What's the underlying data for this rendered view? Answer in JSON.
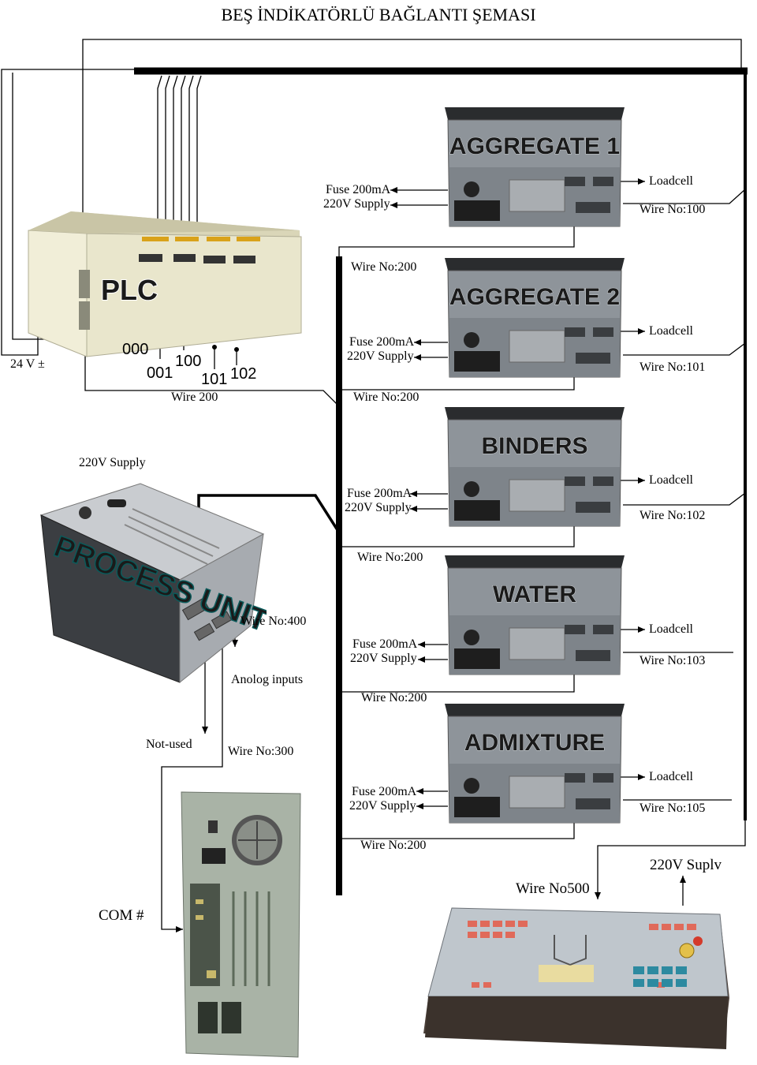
{
  "title": "BEŞ İNDİKATÖRLÜ BAĞLANTI ŞEMASI",
  "plc": {
    "label": "PLC",
    "outputs": [
      "000",
      "001",
      "100",
      "101",
      "102"
    ],
    "wire_label": "Wire 200"
  },
  "power": {
    "dc": "24 V ±",
    "ac": "220V Supply"
  },
  "indicators": [
    {
      "name": "AGGREGATE 1",
      "fuse": "Fuse 200mA",
      "supply": "220V Supply",
      "loadcell": "Loadcell",
      "wire": "Wire No:100"
    },
    {
      "name": "AGGREGATE 2",
      "fuse": "Fuse 200mA",
      "supply": "220V Supply",
      "loadcell": "Loadcell",
      "wire": "Wire No:101"
    },
    {
      "name": "BINDERS",
      "fuse": "Fuse 200mA",
      "supply": "220V Supply",
      "loadcell": "Loadcell",
      "wire": "Wire No:102"
    },
    {
      "name": "WATER",
      "fuse": "Fuse 200mA",
      "supply": "220V Supply",
      "loadcell": "Loadcell",
      "wire": "Wire No:103"
    },
    {
      "name": "ADMIXTURE",
      "fuse": "Fuse 200mA",
      "supply": "220V Supply",
      "loadcell": "Loadcell",
      "wire": "Wire No:105"
    }
  ],
  "bus_labels": [
    "Wire No:200",
    "Wire No:200",
    "Wire No:200",
    "Wire No:200",
    "Wire No:200"
  ],
  "process_unit": {
    "label": "PROCESS UNIT",
    "wire": "Wire No:400",
    "analog": "Anolog inputs",
    "not_used": "Not-used",
    "wire_pc": "Wire No:300"
  },
  "pc": {
    "com": "COM  #"
  },
  "panel": {
    "wire": "Wire No500",
    "supply": "220V Suplv"
  },
  "colors": {
    "device_metal": "#8e949a",
    "device_dark": "#3a3d40",
    "process_label": "#5fe8e8",
    "plc_body": "#ece9cf",
    "pc_body": "#a9b3a6",
    "panel_body": "#bfc6cc"
  }
}
